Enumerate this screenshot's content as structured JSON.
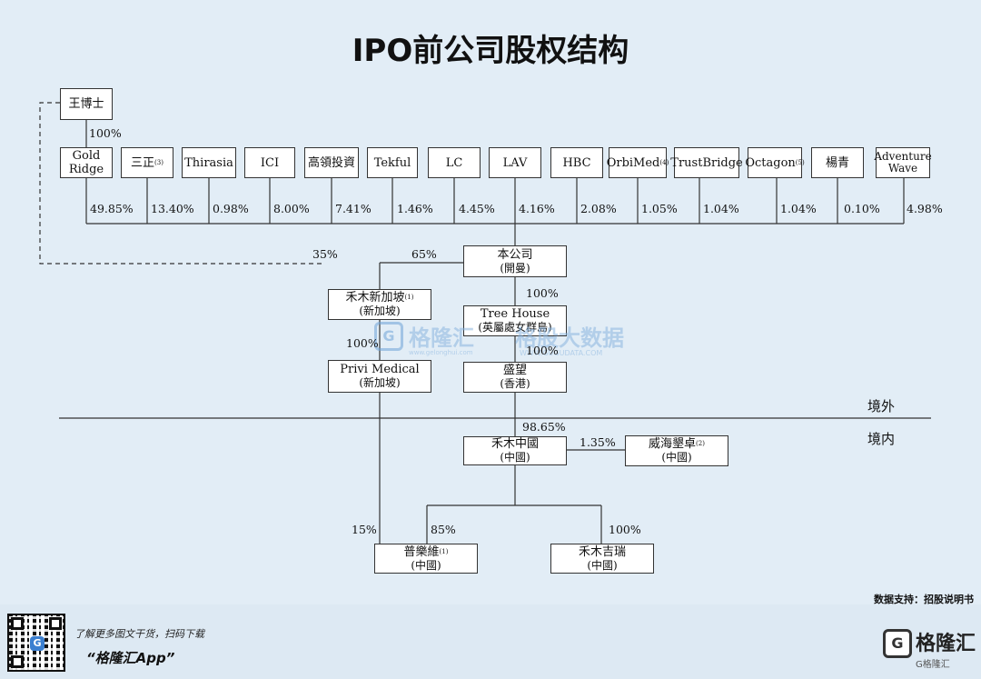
{
  "title": "IPO前公司股权结构",
  "shareholders": [
    {
      "name": "Gold Ridge",
      "line1": "Gold",
      "line2": "Ridge",
      "pct": "49.85%"
    },
    {
      "name": "三正",
      "sup": "(3)",
      "pct": "13.40%"
    },
    {
      "name": "Thirasia",
      "pct": "0.98%"
    },
    {
      "name": "ICI",
      "pct": "8.00%"
    },
    {
      "name": "高領投資",
      "pct": "7.41%"
    },
    {
      "name": "Tekful",
      "pct": "1.46%"
    },
    {
      "name": "LC",
      "pct": "4.45%"
    },
    {
      "name": "LAV",
      "pct": "4.16%"
    },
    {
      "name": "HBC",
      "pct": "2.08%"
    },
    {
      "name": "OrbiMed",
      "sup": "(4)",
      "pct": "1.05%"
    },
    {
      "name": "TrustBridge",
      "pct": "1.04%"
    },
    {
      "name": "Octagon",
      "sup": "(5)",
      "pct": "1.04%"
    },
    {
      "name": "楊青",
      "pct": "0.10%"
    },
    {
      "name": "Adventure Wave",
      "line1": "Adventure",
      "line2": "Wave",
      "pct": "4.98%"
    }
  ],
  "founder": {
    "name": "王博士",
    "pct": "100%"
  },
  "company": {
    "name": "本公司",
    "sub": "(開曼)"
  },
  "entities": {
    "hemu_sg": {
      "name": "禾木新加坡",
      "sup": "(1)",
      "sub": "(新加坡)"
    },
    "tree_house": {
      "name": "Tree House",
      "sub": "(英屬處女群島)"
    },
    "privi": {
      "name": "Privi Medical",
      "sub": "(新加坡)"
    },
    "shengwang": {
      "name": "盛望",
      "sub": "(香港)"
    },
    "hemu_cn": {
      "name": "禾木中國",
      "sub": "(中國)"
    },
    "weihai": {
      "name": "威海墾卓",
      "sup": "(2)",
      "sub": "(中國)"
    },
    "puleiwei": {
      "name": "普樂維",
      "sup": "(1)",
      "sub": "(中國)"
    },
    "hemu_jr": {
      "name": "禾木吉瑞",
      "sub": "(中國)"
    }
  },
  "edges": {
    "founder_to_sg": "35%",
    "company_to_sg": "65%",
    "company_to_treehouse": "100%",
    "sg_to_privi": "100%",
    "treehouse_to_shengwang": "100%",
    "shengwang_to_hemu_cn": "98.65%",
    "weihai_to_hemu_cn": "1.35%",
    "privi_to_puleiwei": "15%",
    "hemu_cn_to_puleiwei": "85%",
    "hemu_cn_to_hemu_jr": "100%"
  },
  "regions": {
    "offshore": "境外",
    "onshore": "境内"
  },
  "watermark": {
    "brand": "格隆汇",
    "brand_url": "www.gelonghui.com",
    "data": "格股大数据",
    "data_url": "WWW.GUGUDATA.COM"
  },
  "source": "数据支持：招股说明书",
  "footer": {
    "tagline": "了解更多图文干货，扫码下载",
    "app": "“格隆汇App”",
    "logo": "格隆汇",
    "logo_sub": "G格隆汇"
  },
  "colors": {
    "background": "#e2edf6",
    "box": "#ffffff",
    "line": "#333333"
  }
}
